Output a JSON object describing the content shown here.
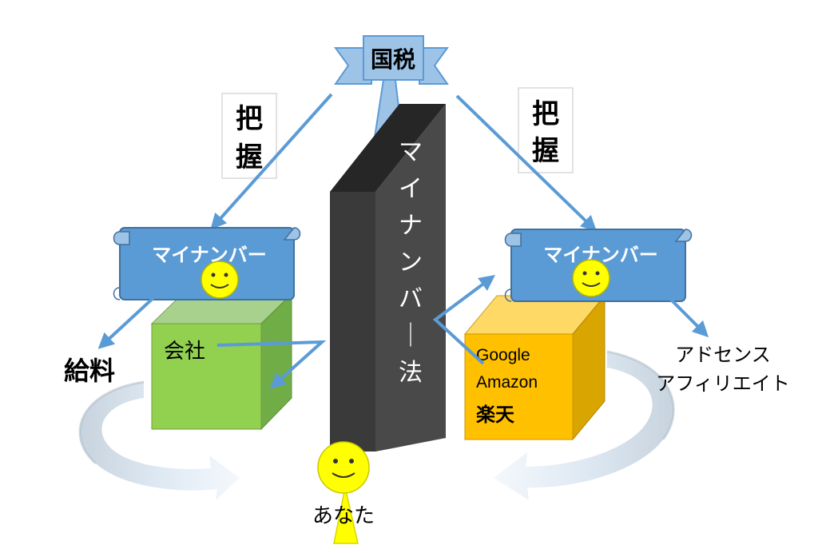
{
  "top_banner": {
    "label": "国税"
  },
  "wall": {
    "label": "マイナンバー法"
  },
  "left_notice": {
    "chars": [
      "把",
      "握"
    ]
  },
  "right_notice": {
    "chars": [
      "把",
      "握"
    ]
  },
  "left_scroll": {
    "label": "マイナンバー"
  },
  "right_scroll": {
    "label": "マイナンバー"
  },
  "left_box": {
    "label": "会社"
  },
  "right_box": {
    "lines": [
      "Google",
      "Amazon",
      "楽天"
    ]
  },
  "left_output": {
    "label": "給料"
  },
  "right_output": {
    "lines": [
      "アドセンス",
      "アフィリエイト"
    ]
  },
  "person": {
    "label": "あなた"
  },
  "colors": {
    "arrow": "#5b9bd5",
    "scroll": "#5b9bd5",
    "wall_front": "#404040",
    "green_box": "#92d050",
    "orange_box": "#ffc000",
    "smiley": "#ffff00",
    "banner": "#9dc3e6"
  }
}
